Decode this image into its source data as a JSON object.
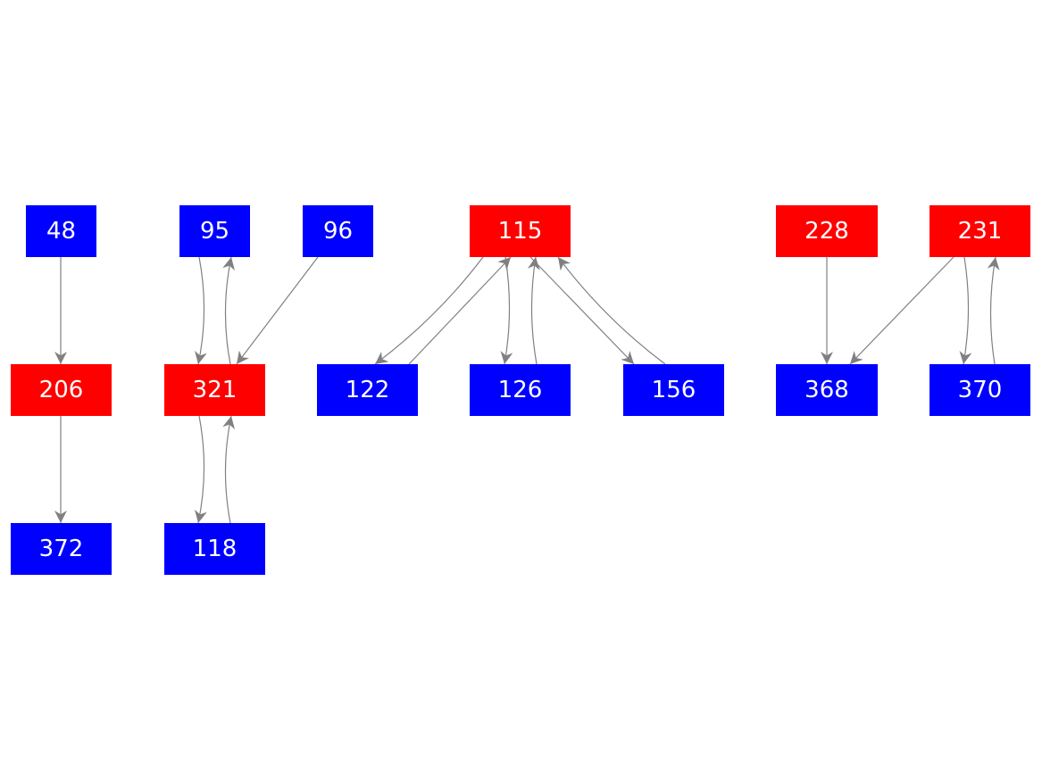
{
  "colors": {
    "red": "#ff0000",
    "blue": "#0000ff",
    "edge": "#808080"
  },
  "nodes": [
    {
      "id": "48",
      "label": "48",
      "color": "blue"
    },
    {
      "id": "95",
      "label": "95",
      "color": "blue"
    },
    {
      "id": "96",
      "label": "96",
      "color": "blue"
    },
    {
      "id": "115",
      "label": "115",
      "color": "red"
    },
    {
      "id": "228",
      "label": "228",
      "color": "red"
    },
    {
      "id": "231",
      "label": "231",
      "color": "red"
    },
    {
      "id": "206",
      "label": "206",
      "color": "red"
    },
    {
      "id": "321",
      "label": "321",
      "color": "red"
    },
    {
      "id": "122",
      "label": "122",
      "color": "blue"
    },
    {
      "id": "126",
      "label": "126",
      "color": "blue"
    },
    {
      "id": "156",
      "label": "156",
      "color": "blue"
    },
    {
      "id": "368",
      "label": "368",
      "color": "blue"
    },
    {
      "id": "370",
      "label": "370",
      "color": "blue"
    },
    {
      "id": "372",
      "label": "372",
      "color": "blue"
    },
    {
      "id": "118",
      "label": "118",
      "color": "blue"
    }
  ],
  "edges": [
    {
      "from": "48",
      "to": "206"
    },
    {
      "from": "206",
      "to": "372"
    },
    {
      "from": "95",
      "to": "321"
    },
    {
      "from": "321",
      "to": "95"
    },
    {
      "from": "96",
      "to": "321"
    },
    {
      "from": "321",
      "to": "118"
    },
    {
      "from": "118",
      "to": "321"
    },
    {
      "from": "115",
      "to": "122"
    },
    {
      "from": "122",
      "to": "115"
    },
    {
      "from": "115",
      "to": "126"
    },
    {
      "from": "126",
      "to": "115"
    },
    {
      "from": "115",
      "to": "156"
    },
    {
      "from": "156",
      "to": "115"
    },
    {
      "from": "228",
      "to": "368"
    },
    {
      "from": "231",
      "to": "368"
    },
    {
      "from": "231",
      "to": "370"
    },
    {
      "from": "370",
      "to": "231"
    }
  ]
}
